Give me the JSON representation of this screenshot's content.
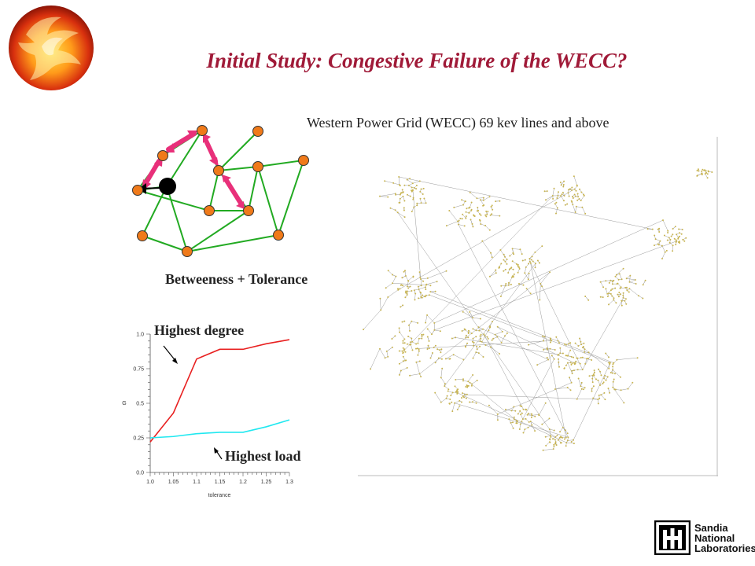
{
  "slide": {
    "title": "Initial Study: Congestive Failure of the WECC?",
    "map_caption": "Western Power Grid (WECC) 69 kev lines and above",
    "network_caption": "Betweeness + Tolerance",
    "annotation_high_degree": "Highest degree",
    "annotation_high_load": "Highest load"
  },
  "logo": {
    "line1": "Sandia",
    "line2": "National",
    "line3": "Laboratories"
  },
  "colors": {
    "title": "#a01a38",
    "node_fill": "#f07a1a",
    "edge": "#22aa22",
    "arrow": "#e8307a",
    "degree_line": "#e82020",
    "load_line": "#20e8f0",
    "grid_nodes": "#c8b450"
  },
  "chart_data": {
    "type": "line",
    "xlabel": "tolerance",
    "ylabel": "G",
    "xlim": [
      1.0,
      1.3
    ],
    "ylim": [
      0.0,
      1.0
    ],
    "x_ticks": [
      "1.0",
      "1.05",
      "1.1",
      "1.15",
      "1.2",
      "1.25",
      "1.3"
    ],
    "y_ticks": [
      "0.0",
      "0.25",
      "0.5",
      "0.75",
      "1.0"
    ],
    "series": [
      {
        "color": "#e82020",
        "x": [
          1.0,
          1.05,
          1.1,
          1.15,
          1.2,
          1.25,
          1.3
        ],
        "y": [
          0.22,
          0.43,
          0.82,
          0.89,
          0.89,
          0.93,
          0.96
        ]
      },
      {
        "color": "#20e8f0",
        "x": [
          1.0,
          1.05,
          1.1,
          1.15,
          1.2,
          1.25,
          1.3
        ],
        "y": [
          0.25,
          0.26,
          0.28,
          0.29,
          0.29,
          0.33,
          0.38
        ]
      }
    ]
  }
}
